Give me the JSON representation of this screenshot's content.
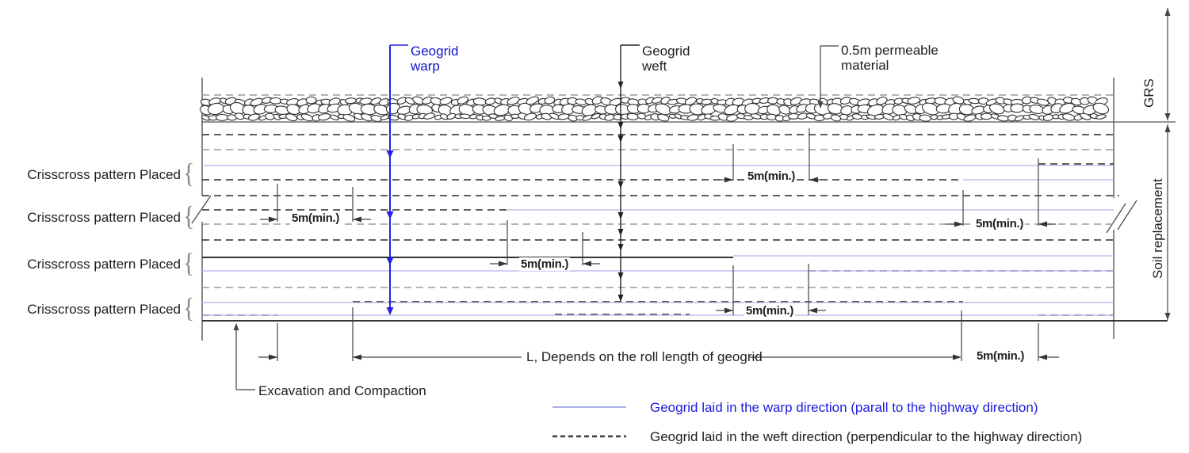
{
  "annotations": {
    "crisscross_labels": [
      "Crisscross pattern Placed",
      "Crisscross pattern Placed",
      "Crisscross pattern Placed",
      "Crisscross pattern Placed"
    ],
    "brace": "{",
    "geogrid_warp": {
      "line1": "Geogrid",
      "line2": "warp"
    },
    "geogrid_weft": {
      "line1": "Geogrid",
      "line2": "weft"
    },
    "permeable": {
      "line1": "0.5m permeable",
      "line2": "material"
    },
    "excavation": "Excavation and Compaction",
    "grs": "GRS",
    "soil_replacement": "Soil replacement"
  },
  "dimensions": {
    "five_m_min": "5m(min.)",
    "roll_length": "L, Depends on the roll length of geogrid"
  },
  "legend": {
    "warp": {
      "label": "Geogrid laid in the warp direction (parall to the highway direction)",
      "line_style": "solid",
      "color": "#1b1be0"
    },
    "weft": {
      "label": "Geogrid laid in the weft direction (perpendicular to the highway direction)",
      "line_style": "dashed",
      "color": "#1e1e1e"
    }
  },
  "colors": {
    "warp_row_line": "#adb3e9",
    "warp_leader": "#2222e8",
    "warp_label_text": "#1414cc",
    "legend_warp_text": "#1b1be0",
    "weft_dash": "#2a2a2a",
    "gray_dash": "#9a9a9a",
    "solid_line": "#333333",
    "text": "#1e1e1e",
    "background": "#ffffff"
  }
}
